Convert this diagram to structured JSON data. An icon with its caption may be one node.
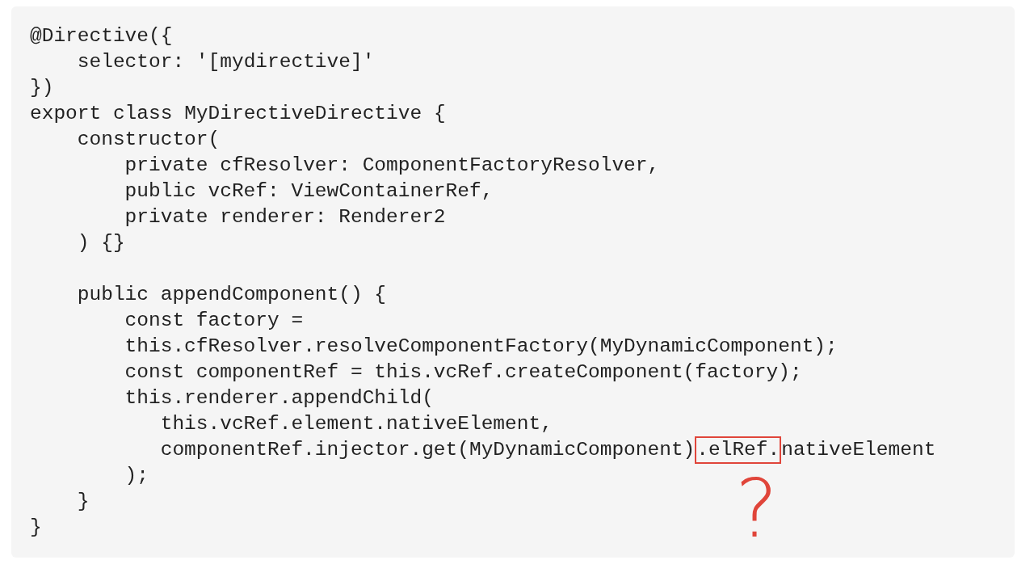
{
  "diagram": {
    "nodes": [
      {
        "text": [
          ".elRef."
        ]
      }
    ],
    "labels": [
      "@Directive({",
      "selector: '[mydirective]'",
      "})",
      "export class MyDirectiveDirective {",
      "constructor(",
      "private cfResolver: ComponentFactoryResolver,",
      "public vcRef: ViewContainerRef,",
      "private renderer: Renderer2",
      ") {}",
      "public appendComponent() {",
      "const factory =",
      "this.cfResolver.resolveComponentFactory(MyDynamicComponent);",
      "const componentRef = this.vcRef.createComponent(factory);",
      "this.renderer.appendChild(",
      "this.vcRef.element.nativeElement,",
      "componentRef.injector.get(MyDynamicComponent)",
      "nativeElement",
      ");",
      "}",
      "}",
      "?"
    ]
  }
}
